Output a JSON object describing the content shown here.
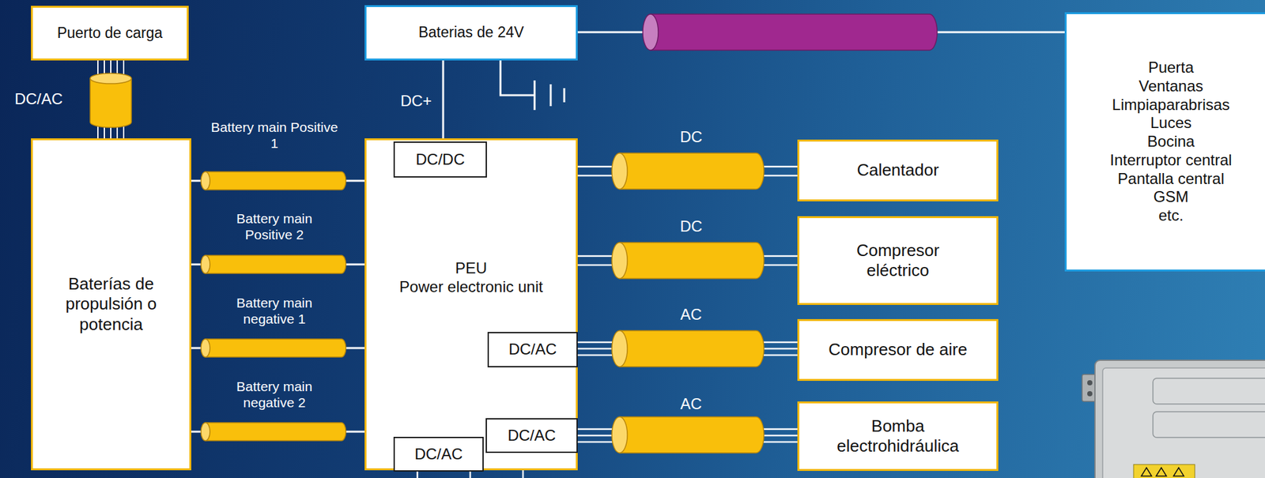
{
  "diagram": {
    "nodes": [
      {
        "text": [
          "Puerto de carga"
        ]
      },
      {
        "text": [
          "Baterias de 24V"
        ]
      },
      {
        "text": [
          "Puerta",
          "Ventanas",
          "Limpiaparabrisas",
          "Luces",
          "Bocina",
          "Interruptor central",
          "Pantalla central",
          "GSM",
          "etc."
        ]
      },
      {
        "text": [
          "Baterías de propulsión o potencia"
        ]
      },
      {
        "text": [
          "PEU",
          "Power electronic unit"
        ]
      },
      {
        "text": [
          "DC/DC"
        ],
        "in": 4
      },
      {
        "text": [
          "DC/AC"
        ],
        "in": 4
      },
      {
        "text": [
          "DC/AC"
        ],
        "in": 4
      },
      {
        "text": [
          "DC/AC"
        ],
        "in": 4
      },
      {
        "text": [
          "Calentador"
        ]
      },
      {
        "text": [
          "Compresor eléctrico"
        ]
      },
      {
        "text": [
          "Compresor de aire"
        ]
      },
      {
        "text": [
          "Bomba electrohidráulica"
        ]
      }
    ],
    "edges": [
      {
        "from": 0,
        "to": 3,
        "arrow": "none",
        "label": "DC/AC"
      },
      {
        "from": 1,
        "to": 4,
        "arrow": "none",
        "label": "DC+"
      },
      {
        "from": 1,
        "to": 2,
        "arrow": "none"
      },
      {
        "from": 3,
        "to": 4,
        "arrow": "none",
        "label": "Battery main Positive 1"
      },
      {
        "from": 3,
        "to": 4,
        "arrow": "none",
        "label": "Battery main Positive 2"
      },
      {
        "from": 3,
        "to": 4,
        "arrow": "none",
        "label": "Battery main negative 1"
      },
      {
        "from": 3,
        "to": 4,
        "arrow": "none",
        "label": "Battery main negative 2"
      },
      {
        "from": 4,
        "to": 9,
        "arrow": "none",
        "label": "DC"
      },
      {
        "from": 4,
        "to": 10,
        "arrow": "none",
        "label": "DC"
      },
      {
        "from": 6,
        "to": 11,
        "arrow": "none",
        "label": "AC"
      },
      {
        "from": 7,
        "to": 12,
        "arrow": "none",
        "label": "AC"
      }
    ]
  }
}
